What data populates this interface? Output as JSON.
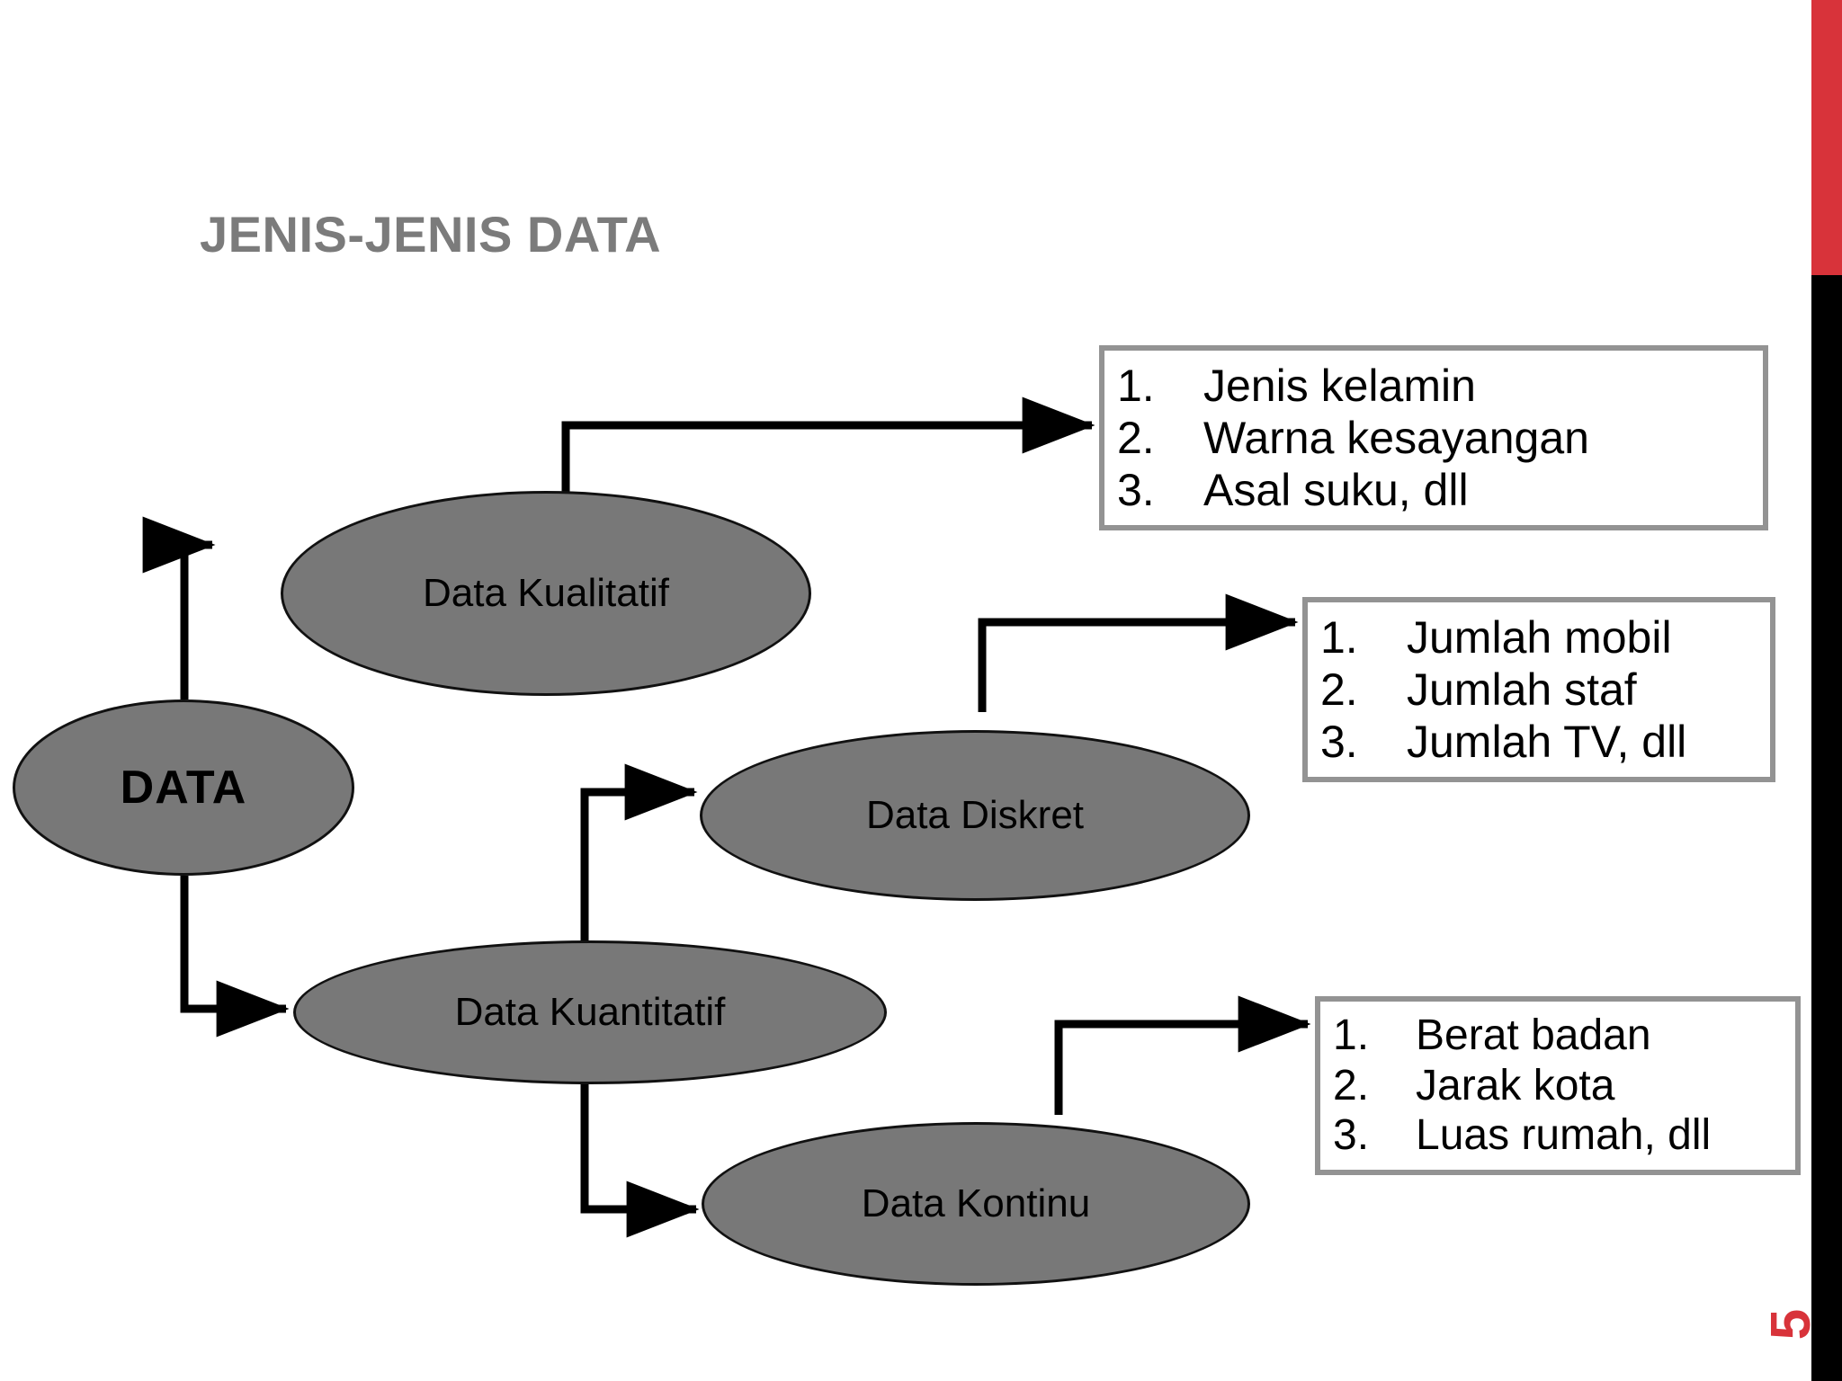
{
  "slide": {
    "title": "JENIS-JENIS DATA",
    "page_number": "5",
    "colors": {
      "title_gray": "#7b7b7b",
      "node_fill_gray": "#787878",
      "node_stroke": "#111111",
      "box_border_gray": "#939393",
      "accent_red": "#d8333a",
      "accent_black": "#000000",
      "background": "#ffffff"
    }
  },
  "nodes": {
    "data": {
      "label": "DATA"
    },
    "kualitatif": {
      "label": "Data Kualitatif"
    },
    "diskret": {
      "label": "Data Diskret"
    },
    "kuantitatif": {
      "label": "Data Kuantitatif"
    },
    "kontinu": {
      "label": "Data Kontinu"
    }
  },
  "boxes": {
    "kualitatif": {
      "items": [
        {
          "num": "1.",
          "text": "Jenis kelamin"
        },
        {
          "num": "2.",
          "text": "Warna kesayangan"
        },
        {
          "num": "3.",
          "text": "Asal suku, dll"
        }
      ]
    },
    "diskret": {
      "items": [
        {
          "num": "1.",
          "text": "Jumlah mobil"
        },
        {
          "num": "2.",
          "text": "Jumlah staf"
        },
        {
          "num": "3.",
          "text": "Jumlah TV, dll"
        }
      ]
    },
    "kontinu": {
      "items": [
        {
          "num": "1.",
          "text": "Berat badan"
        },
        {
          "num": "2.",
          "text": "Jarak kota"
        },
        {
          "num": "3.",
          "text": "Luas rumah, dll"
        }
      ]
    }
  },
  "connectors": [
    {
      "name": "data-to-kualitatif",
      "from": "DATA",
      "to": "Data Kualitatif"
    },
    {
      "name": "data-to-kuantitatif",
      "from": "DATA",
      "to": "Data Kuantitatif"
    },
    {
      "name": "kualitatif-to-examples",
      "from": "Data Kualitatif",
      "to": "Jenis kelamin / Warna kesayangan / Asal suku, dll"
    },
    {
      "name": "kuantitatif-to-diskret",
      "from": "Data Kuantitatif",
      "to": "Data Diskret"
    },
    {
      "name": "kuantitatif-to-kontinu",
      "from": "Data Kuantitatif",
      "to": "Data Kontinu"
    },
    {
      "name": "diskret-to-examples",
      "from": "Data Diskret",
      "to": "Jumlah mobil / Jumlah staf / Jumlah TV, dll"
    },
    {
      "name": "kontinu-to-examples",
      "from": "Data Kontinu",
      "to": "Berat badan / Jarak kota / Luas rumah, dll"
    }
  ]
}
